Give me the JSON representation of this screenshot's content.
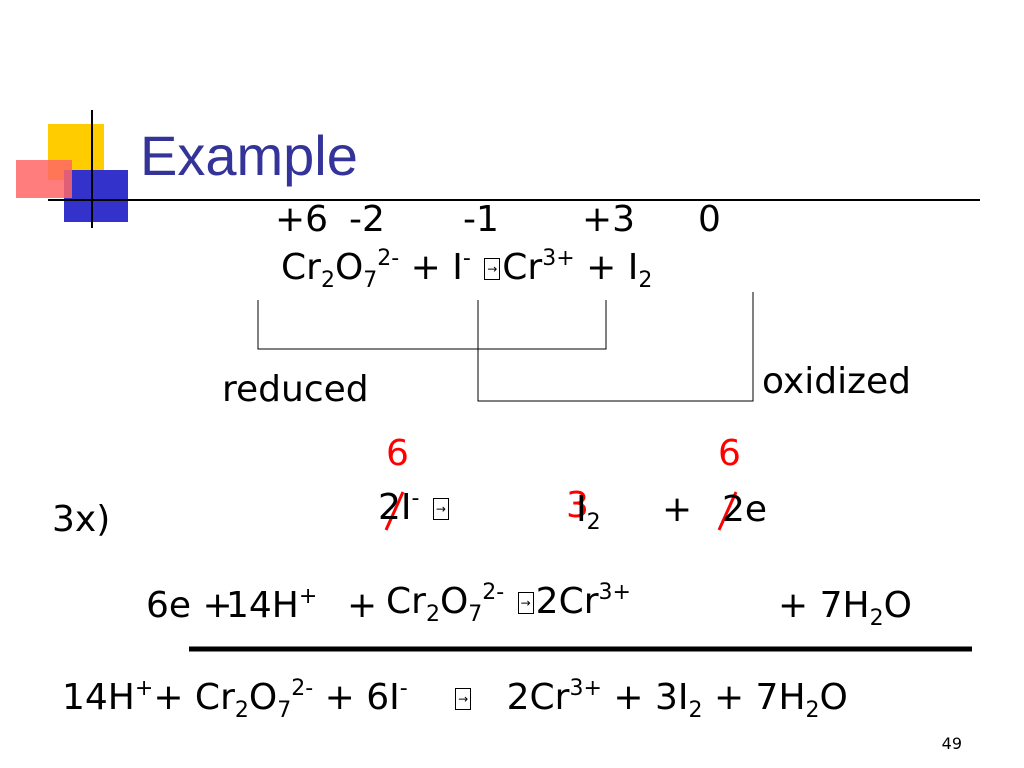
{
  "title": "Example",
  "slide_number": "49",
  "oxidation_numbers": {
    "cr": "+6",
    "o": "-2",
    "i_ion": "-1",
    "cr3": "+3",
    "i2": "0"
  },
  "equation1": {
    "cr": "Cr",
    "sub2": "2",
    "o": "O",
    "sub7": "7",
    "sup": "2-",
    "plus1": " + I",
    "sup_i": "-",
    "arrow": "→",
    "cr3": "Cr",
    "sup_cr3": "3+",
    "plus2": " + I",
    "sub_i2": "2"
  },
  "labels": {
    "reduced": "reduced",
    "oxidized": "oxidized"
  },
  "half_reaction": {
    "multiplier": "3x)",
    "lhs": "2I",
    "lhs_sup": "-",
    "arrow": "→",
    "i2": "I",
    "i2_sub": "2",
    "plus": "+",
    "rhs": "2e",
    "struck_6_left": "6",
    "struck_6_right": "6",
    "strike_3": "3"
  },
  "reduction": {
    "e": "6e +",
    "h": "14H",
    "h_sup": "+",
    "plus": "+",
    "cr": "Cr",
    "sub2": "2",
    "o": "O",
    "sub7": "7",
    "sup": "2-",
    "arrow": "→",
    "cr3": "2Cr",
    "cr3_sup": "3+",
    "h2o": "+ 7H",
    "h2o_sub": "2",
    "h2o_o": "O"
  },
  "total": {
    "h": "14H",
    "h_sup": "+",
    "plus1": "+ Cr",
    "sub2": "2",
    "o": "O",
    "sub7": "7",
    "sup": "2-",
    "i": "+ 6I",
    "i_sup": "-",
    "arrow": "→",
    "cr3": "2Cr",
    "cr3_sup": "3+",
    "i2": "+ 3I",
    "i2_sub": "2",
    "h2o": "+ 7H",
    "h2o_sub": "2",
    "h2o_o": "O"
  }
}
